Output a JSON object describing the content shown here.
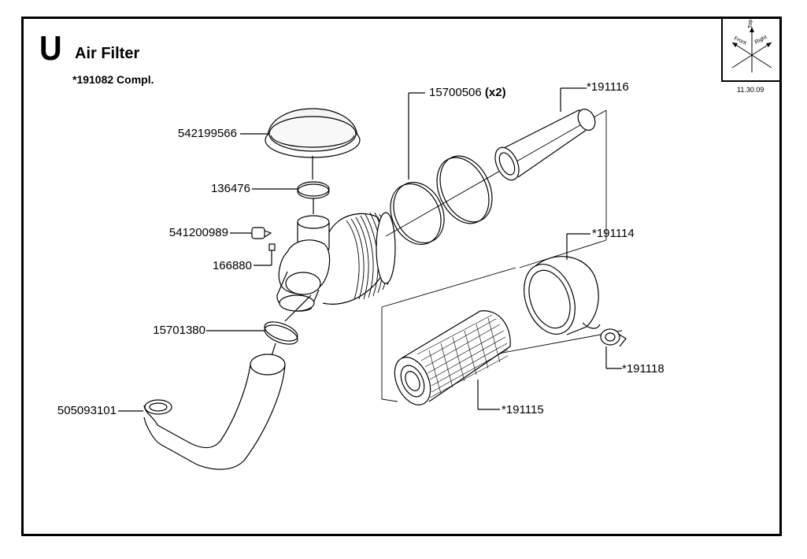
{
  "header": {
    "section_letter": "U",
    "title": "Air Filter",
    "subtitle": "*191082 Compl.",
    "date": "11.30.09"
  },
  "orientation": {
    "top": "Top",
    "front": "Front",
    "right": "Right"
  },
  "parts": [
    {
      "id": "lid",
      "number": "542199566"
    },
    {
      "id": "clamp-small",
      "number": "136476"
    },
    {
      "id": "valve-cap",
      "number": "541200989"
    },
    {
      "id": "nipple",
      "number": "166880"
    },
    {
      "id": "hose-clamp",
      "number": "15701380"
    },
    {
      "id": "elbow-hose",
      "number": "505093101"
    },
    {
      "id": "band-clamps",
      "number": "15700506",
      "qty": "(x2)"
    },
    {
      "id": "safety-cartridge",
      "number": "*191116"
    },
    {
      "id": "cover",
      "number": "*191114"
    },
    {
      "id": "main-cartridge",
      "number": "*191115"
    },
    {
      "id": "dust-valve",
      "number": "*191118"
    }
  ]
}
